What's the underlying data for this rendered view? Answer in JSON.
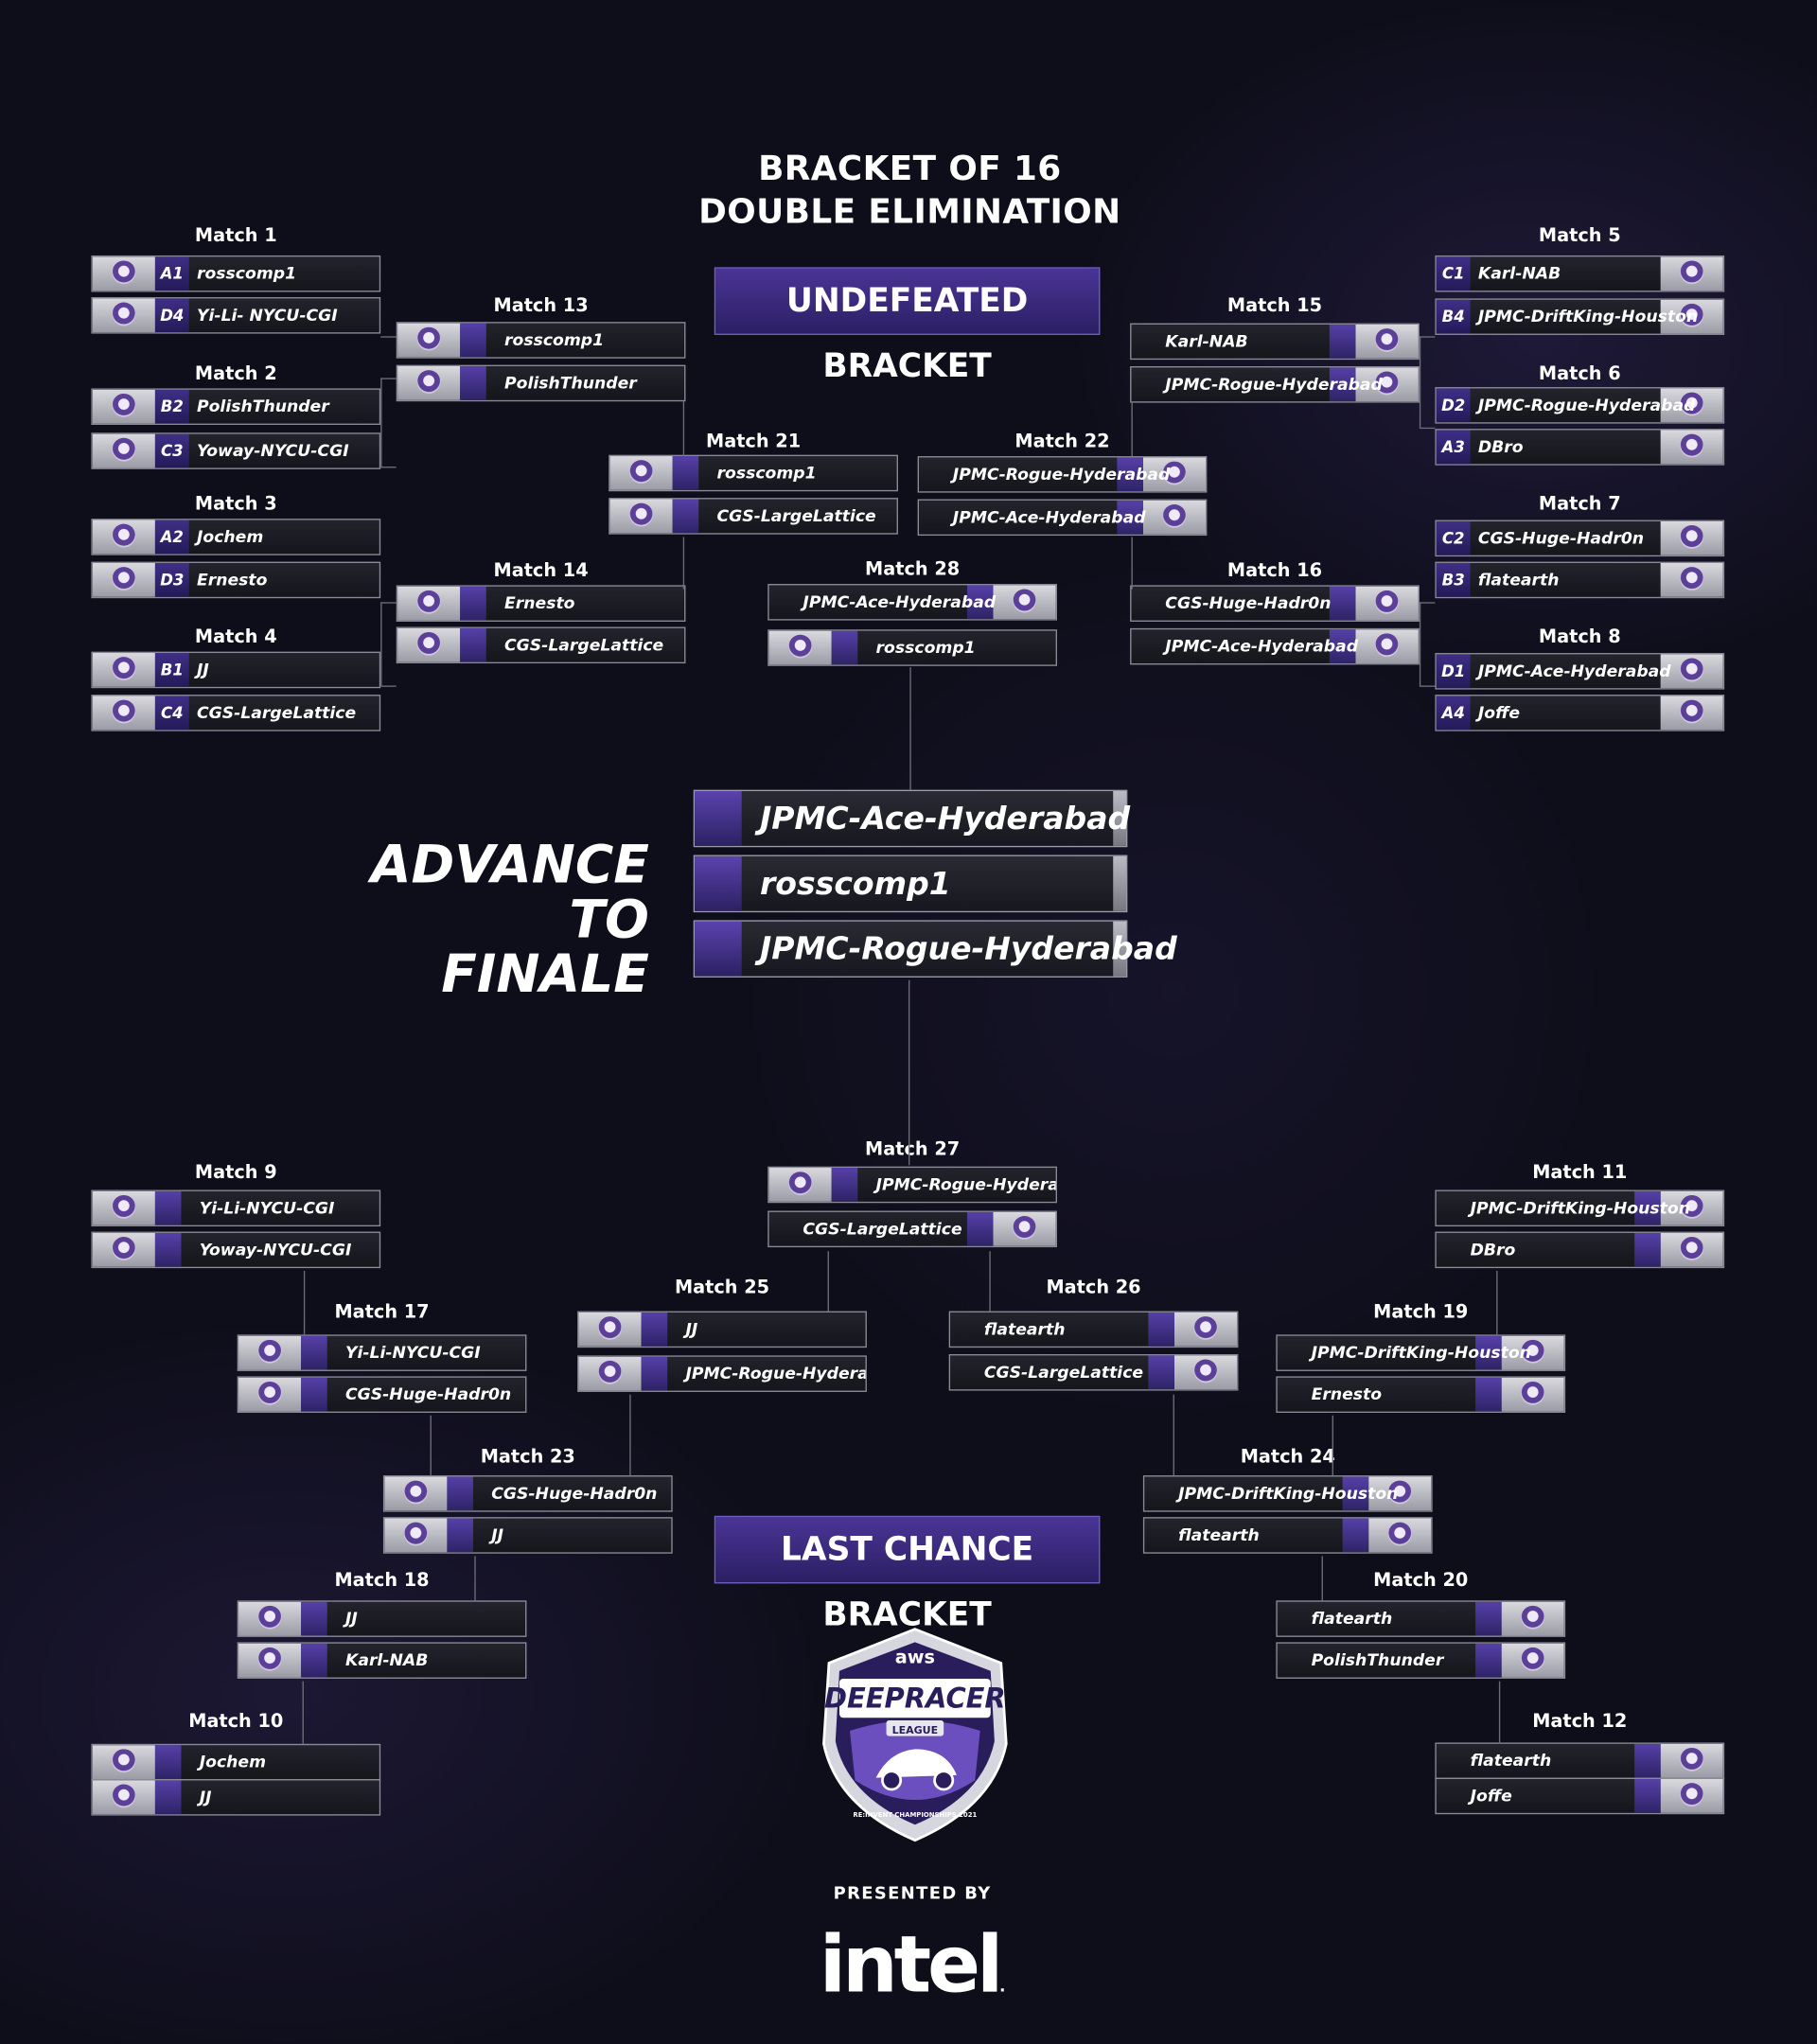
{
  "title": {
    "line1": "BRACKET OF 16",
    "line2": "DOUBLE ELIMINATION"
  },
  "banners": {
    "undefeated": "UNDEFEATED BRACKET",
    "last_chance": "LAST CHANCE BRACKET"
  },
  "advance": {
    "line1": "ADVANCE",
    "line2": "TO FINALE"
  },
  "finalists": [
    "JPMC-Ace-Hyderabad",
    "rosscomp1",
    "JPMC-Rogue-Hyderabad"
  ],
  "matches": {
    "m1": {
      "label": "Match 1",
      "seeds": [
        "A1",
        "D4"
      ],
      "teams": [
        "rosscomp1",
        "Yi-Li- NYCU-CGI"
      ]
    },
    "m2": {
      "label": "Match 2",
      "seeds": [
        "B2",
        "C3"
      ],
      "teams": [
        "PolishThunder",
        "Yoway-NYCU-CGI"
      ]
    },
    "m3": {
      "label": "Match 3",
      "seeds": [
        "A2",
        "D3"
      ],
      "teams": [
        "Jochem",
        "Ernesto"
      ]
    },
    "m4": {
      "label": "Match 4",
      "seeds": [
        "B1",
        "C4"
      ],
      "teams": [
        "JJ",
        "CGS-LargeLattice"
      ]
    },
    "m5": {
      "label": "Match 5",
      "seeds": [
        "C1",
        "B4"
      ],
      "teams": [
        "Karl-NAB",
        "JPMC-DriftKing-Houston"
      ]
    },
    "m6": {
      "label": "Match 6",
      "seeds": [
        "D2",
        "A3"
      ],
      "teams": [
        "JPMC-Rogue-Hyderabad",
        "DBro"
      ]
    },
    "m7": {
      "label": "Match 7",
      "seeds": [
        "C2",
        "B3"
      ],
      "teams": [
        "CGS-Huge-Hadr0n",
        "flatearth"
      ]
    },
    "m8": {
      "label": "Match 8",
      "seeds": [
        "D1",
        "A4"
      ],
      "teams": [
        "JPMC-Ace-Hyderabad",
        "Joffe"
      ]
    },
    "m13": {
      "label": "Match 13",
      "teams": [
        "rosscomp1",
        "PolishThunder"
      ]
    },
    "m14": {
      "label": "Match 14",
      "teams": [
        "Ernesto",
        "CGS-LargeLattice"
      ]
    },
    "m15": {
      "label": "Match 15",
      "teams": [
        "Karl-NAB",
        "JPMC-Rogue-Hyderabad"
      ]
    },
    "m16": {
      "label": "Match 16",
      "teams": [
        "CGS-Huge-Hadr0n",
        "JPMC-Ace-Hyderabad"
      ]
    },
    "m21": {
      "label": "Match 21",
      "teams": [
        "rosscomp1",
        "CGS-LargeLattice"
      ]
    },
    "m22": {
      "label": "Match 22",
      "teams": [
        "JPMC-Rogue-Hyderabad",
        "JPMC-Ace-Hyderabad"
      ]
    },
    "m28": {
      "label": "Match 28",
      "teams": [
        "JPMC-Ace-Hyderabad",
        "rosscomp1"
      ]
    },
    "m27": {
      "label": "Match 27",
      "teams": [
        "JPMC-Rogue-Hyderabad",
        "CGS-LargeLattice"
      ]
    },
    "m9": {
      "label": "Match 9",
      "teams": [
        "Yi-Li-NYCU-CGI",
        "Yoway-NYCU-CGI"
      ]
    },
    "m10": {
      "label": "Match 10",
      "teams": [
        "Jochem",
        "JJ"
      ]
    },
    "m11": {
      "label": "Match 11",
      "teams": [
        "JPMC-DriftKing-Houston",
        "DBro"
      ]
    },
    "m12": {
      "label": "Match 12",
      "teams": [
        "flatearth",
        "Joffe"
      ]
    },
    "m17": {
      "label": "Match 17",
      "teams": [
        "Yi-Li-NYCU-CGI",
        "CGS-Huge-Hadr0n"
      ]
    },
    "m18": {
      "label": "Match 18",
      "teams": [
        "JJ",
        "Karl-NAB"
      ]
    },
    "m19": {
      "label": "Match 19",
      "teams": [
        "JPMC-DriftKing-Houston",
        "Ernesto"
      ]
    },
    "m20": {
      "label": "Match 20",
      "teams": [
        "flatearth",
        "PolishThunder"
      ]
    },
    "m23": {
      "label": "Match 23",
      "teams": [
        "CGS-Huge-Hadr0n",
        "JJ"
      ]
    },
    "m24": {
      "label": "Match 24",
      "teams": [
        "JPMC-DriftKing-Houston",
        "flatearth"
      ]
    },
    "m25": {
      "label": "Match 25",
      "teams": [
        "JJ",
        "JPMC-Rogue-Hyderabad"
      ]
    },
    "m26": {
      "label": "Match 26",
      "teams": [
        "flatearth",
        "CGS-LargeLattice"
      ]
    }
  },
  "logo": {
    "aws": "aws",
    "brand": "DEEPRACER",
    "sub": "LEAGUE",
    "ring": "RE:INVENT CHAMPIONSHIPS 2021"
  },
  "footer": {
    "presented": "PRESENTED BY",
    "sponsor": "intel"
  },
  "colors": {
    "background": "#0e0e1a",
    "banner": "#4a3596",
    "accent_tab": "#5640a8",
    "line": "#6c6c78"
  }
}
